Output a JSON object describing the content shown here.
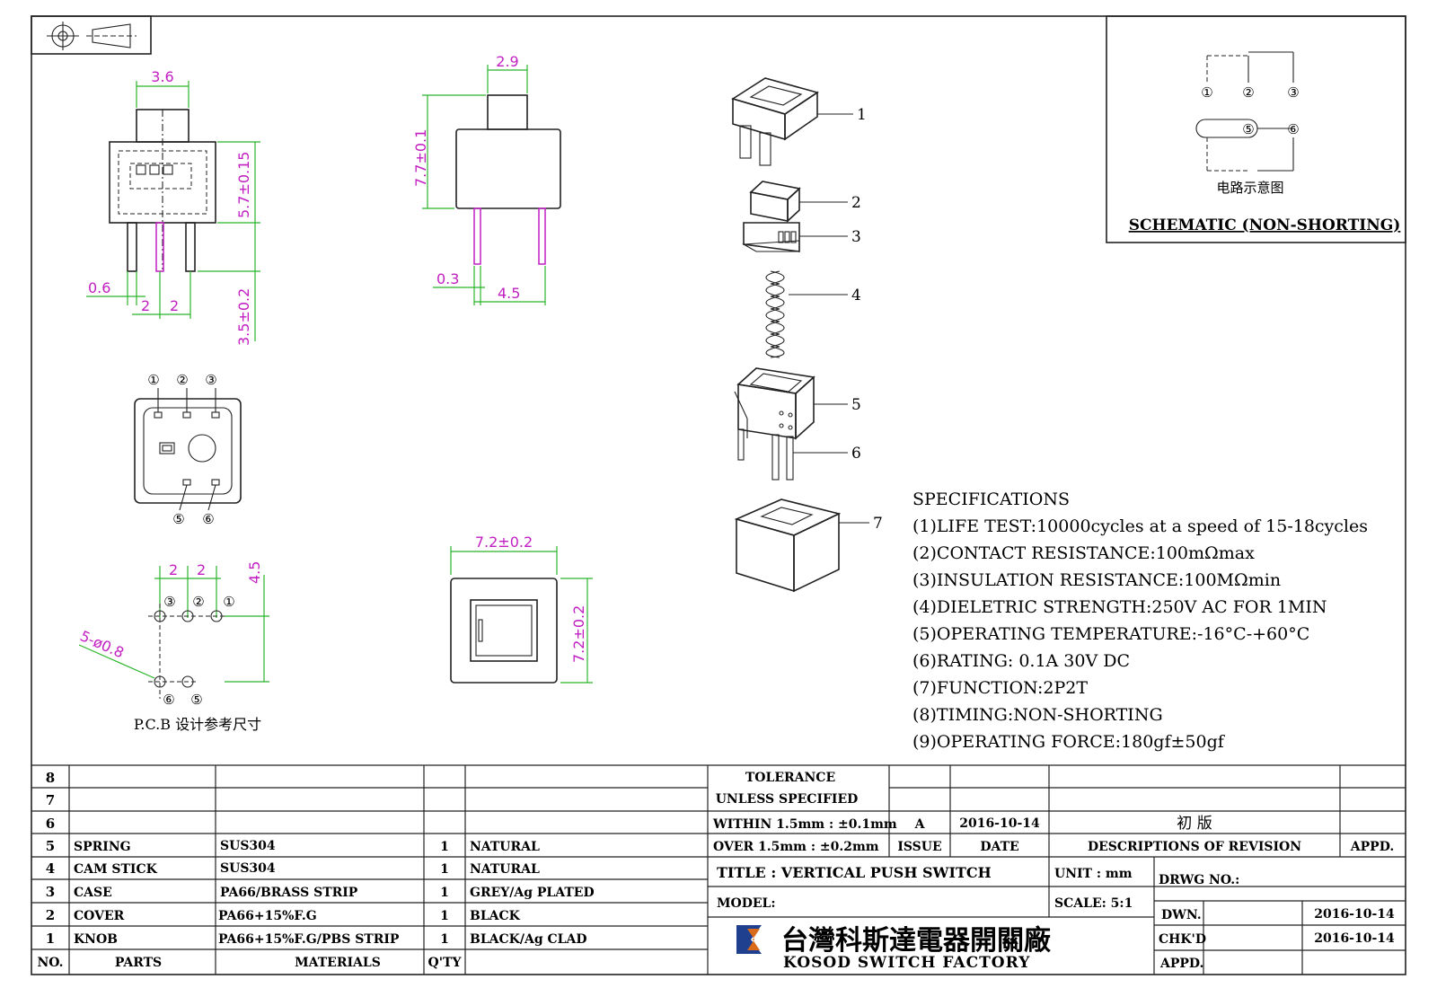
{
  "views": {
    "side_dims": {
      "top_width": "3.6",
      "body_height": "5.7±0.15",
      "pin_height": "3.5±0.2",
      "pin_thickness": "0.6",
      "pitch_left": "2",
      "pitch_right": "2"
    },
    "front_dims": {
      "top_width": "2.9",
      "height": "7.7±0.1",
      "pin_thickness": "0.3",
      "pin_spacing": "4.5"
    },
    "bottom_view_pins": {
      "top": [
        "①",
        "②",
        "③"
      ],
      "bottom": [
        "⑤",
        "⑥"
      ]
    },
    "pcb": {
      "pitch1": "2",
      "pitch2": "2",
      "height": "4.5",
      "hole": "5-ø0.8",
      "top_labels": [
        "③",
        "②",
        "①"
      ],
      "bottom_labels": [
        "⑥",
        "⑤"
      ],
      "caption": "P.C.B 设计参考尺寸"
    },
    "top_view_dims": {
      "width": "7.2±0.2",
      "height": "7.2±0.2"
    },
    "exploded_labels": [
      "1",
      "2",
      "3",
      "4",
      "5",
      "6",
      "7"
    ]
  },
  "schematic": {
    "pins_top": [
      "①",
      "②",
      "③"
    ],
    "pins_bottom": [
      "⑤",
      "⑥"
    ],
    "caption_cn": "电路示意图",
    "title": "SCHEMATIC (NON-SHORTING)"
  },
  "specifications": {
    "heading": "SPECIFICATIONS",
    "items": [
      "(1)LIFE TEST:10000cycles at a speed of 15-18cycles",
      "(2)CONTACT RESISTANCE:100mΩmax",
      "(3)INSULATION RESISTANCE:100MΩmin",
      "(4)DIELETRIC STRENGTH:250V AC FOR 1MIN",
      "(5)OPERATING TEMPERATURE:-16°C-+60°C",
      "(6)RATING: 0.1A 30V DC",
      "(7)FUNCTION:2P2T",
      "(8)TIMING:NON-SHORTING",
      "(9)OPERATING FORCE:180gf±50gf"
    ]
  },
  "bom": {
    "header": {
      "no": "NO.",
      "parts": "PARTS",
      "materials": "MATERIALS",
      "qty": "Q'TY"
    },
    "row_numbers": [
      "8",
      "7",
      "6"
    ],
    "rows": [
      {
        "no": "5",
        "part": "SPRING",
        "material": "SUS304",
        "qty": "1",
        "finish": "NATURAL"
      },
      {
        "no": "4",
        "part": "CAM STICK",
        "material": "SUS304",
        "qty": "1",
        "finish": "NATURAL"
      },
      {
        "no": "3",
        "part": "CASE",
        "material": "PA66/BRASS STRIP",
        "qty": "1",
        "finish": "GREY/Ag PLATED"
      },
      {
        "no": "2",
        "part": "COVER",
        "material": "PA66+15%F.G",
        "qty": "1",
        "finish": "BLACK"
      },
      {
        "no": "1",
        "part": "KNOB",
        "material": "PA66+15%F.G/PBS STRIP",
        "qty": "1",
        "finish": "BLACK/Ag CLAD"
      }
    ]
  },
  "tolerance": {
    "line1": "TOLERANCE",
    "line2": "UNLESS  SPECIFIED",
    "within": "WITHIN 1.5mm : ±0.1mm",
    "over": "OVER 1.5mm : ±0.2mm"
  },
  "revision": {
    "issue": "A",
    "date": "2016-10-14",
    "description": "初  版",
    "headers": {
      "issue": "ISSUE",
      "date": "DATE",
      "desc": "DESCRIPTIONS OF REVISION",
      "appd": "APPD."
    }
  },
  "title_block": {
    "title": "TITLE :  VERTICAL PUSH SWITCH",
    "unit": "UNIT :   mm",
    "model": "MODEL:",
    "scale": "SCALE:  5:1",
    "drwg_no": "DRWG NO.:",
    "dwn_label": "DWN.",
    "dwn_date": "2016-10-14",
    "chkd_label": "CHK'D",
    "chkd_date": "2016-10-14",
    "appd_label": "APPD.",
    "company_cn": "台灣科斯達電器開關廠",
    "company_en": "KOSOD SWITCH FACTORY"
  },
  "colors": {
    "dimension": "#c21fc2",
    "dimension_line": "#2bb52b",
    "brand_orange": "#d96a1a",
    "brand_blue": "#1f3f8f"
  }
}
